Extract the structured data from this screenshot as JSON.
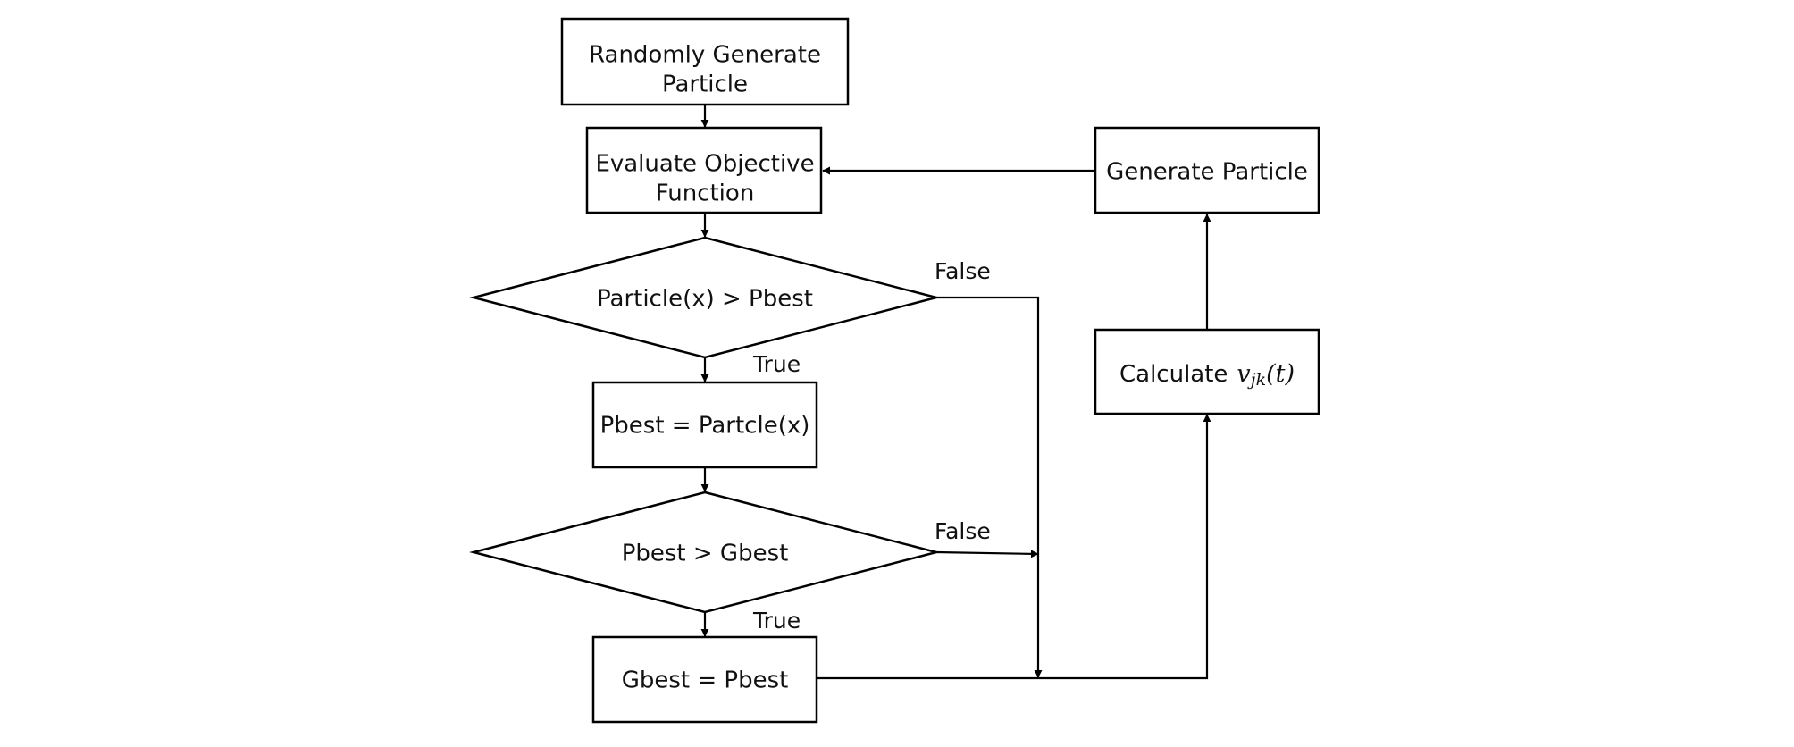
{
  "nodes": {
    "random_generate": {
      "line1": "Randomly Generate",
      "line2": "Particle"
    },
    "evaluate": {
      "line1": "Evaluate Objective",
      "line2": "Function"
    },
    "decision_pbest": {
      "text": "Particle(x)  >  Pbest"
    },
    "set_pbest": {
      "text": "Pbest  =  Partcle(x)"
    },
    "decision_gbest": {
      "text": "Pbest  >  Gbest"
    },
    "set_gbest": {
      "text": "Gbest  =  Pbest"
    },
    "calculate": {
      "prefix": "Calculate",
      "v": "v",
      "sub": "jk",
      "arg": "(t)"
    },
    "generate": {
      "text": "Generate Particle"
    }
  },
  "edge_labels": {
    "d1_false": "False",
    "d1_true": "True",
    "d2_false": "False",
    "d2_true": "True"
  }
}
